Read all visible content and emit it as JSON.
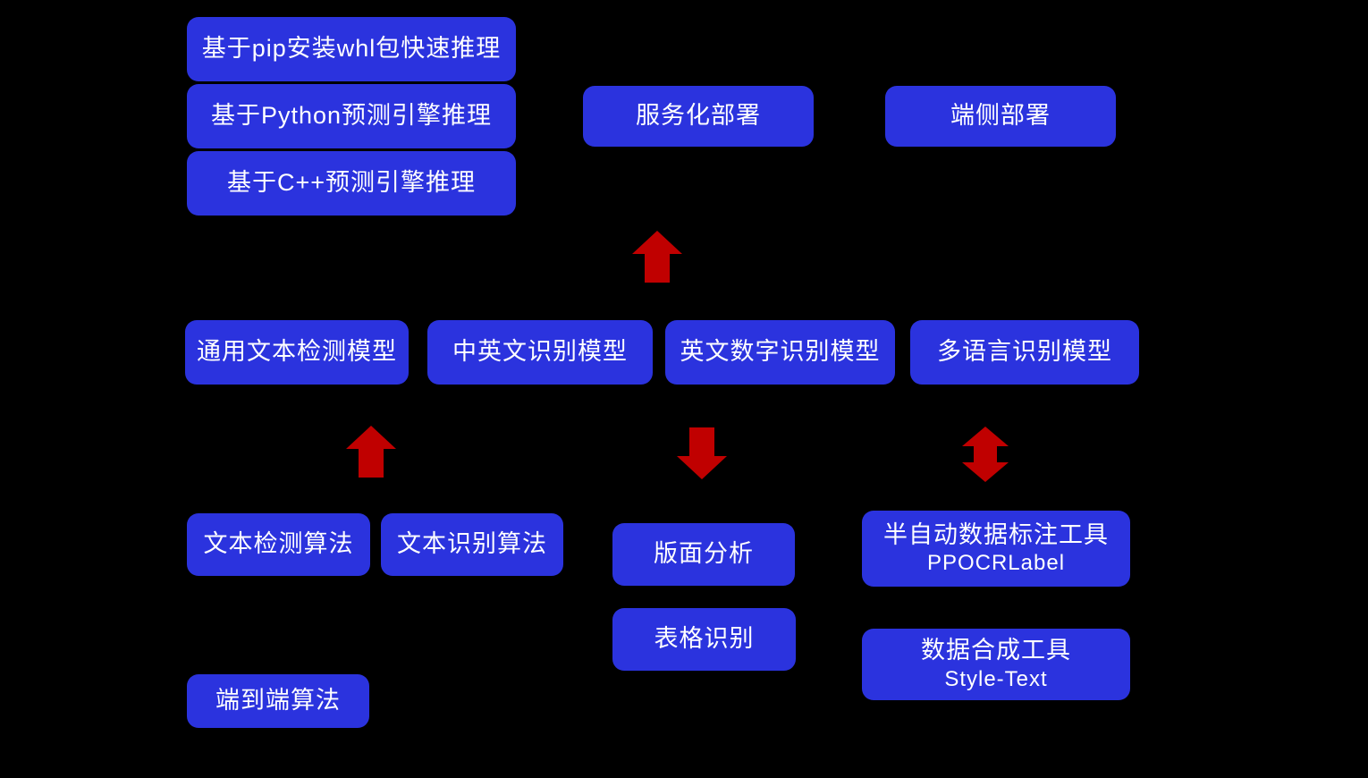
{
  "canvas": {
    "background": "#000000",
    "box_color": "#2B33DE",
    "arrow_color": "#C00000",
    "text_color": "#FFFFFF"
  },
  "boxes": {
    "pip_whl": {
      "label": "基于pip安装whl包快速推理"
    },
    "python_engine": {
      "label": "基于Python预测引擎推理"
    },
    "cpp_engine": {
      "label": "基于C++预测引擎推理"
    },
    "serving": {
      "label": "服务化部署"
    },
    "edge": {
      "label": "端侧部署"
    },
    "det_model": {
      "label": "通用文本检测模型"
    },
    "rec_model_ch": {
      "label": "中英文识别模型"
    },
    "rec_model_en": {
      "label": "英文数字识别模型"
    },
    "rec_model_multi": {
      "label": "多语言识别模型"
    },
    "det_algo": {
      "label": "文本检测算法"
    },
    "rec_algo": {
      "label": "文本识别算法"
    },
    "layout_analysis": {
      "label": "版面分析"
    },
    "table_rec": {
      "label": "表格识别"
    },
    "labeling_tool": {
      "label": "半自动数据标注工具",
      "sublabel": "PPOCRLabel"
    },
    "synthesis_tool": {
      "label": "数据合成工具",
      "sublabel": "Style-Text"
    },
    "e2e_algo": {
      "label": "端到端算法"
    }
  },
  "arrows": {
    "serving_up": {
      "icon": "up-arrow"
    },
    "det_model_up": {
      "icon": "up-arrow"
    },
    "layout_down": {
      "icon": "down-arrow"
    },
    "labeling_updown": {
      "icon": "up-down-arrow"
    }
  }
}
